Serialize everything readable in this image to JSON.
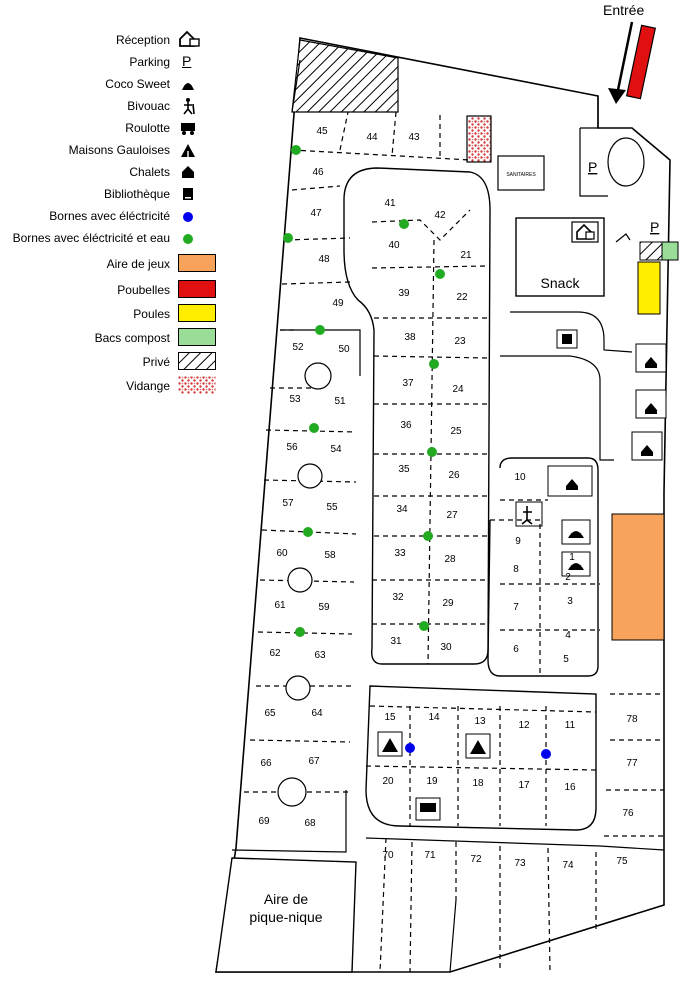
{
  "legend": [
    {
      "key": "reception",
      "label": "Réception",
      "symbol": "reception-icon"
    },
    {
      "key": "parking",
      "label": "Parking",
      "symbol": "P"
    },
    {
      "key": "coco",
      "label": "Coco Sweet",
      "symbol": "coco-sweet-icon"
    },
    {
      "key": "bivouac",
      "label": "Bivouac",
      "symbol": "hiker-icon"
    },
    {
      "key": "roulotte",
      "label": "Roulotte",
      "symbol": "wagon-icon"
    },
    {
      "key": "gauloises",
      "label": "Maisons Gauloises",
      "symbol": "tent-icon"
    },
    {
      "key": "chalets",
      "label": "Chalets",
      "symbol": "house-icon"
    },
    {
      "key": "biblio",
      "label": "Bibliothèque",
      "symbol": "book-icon"
    },
    {
      "key": "borne_e",
      "label": "Bornes avec éléctricité",
      "symbol": "blue-dot",
      "color": "#0000ee"
    },
    {
      "key": "borne_ee",
      "label": "Bornes avec éléctricité et eau",
      "symbol": "green-dot",
      "color": "#22aa22"
    },
    {
      "key": "jeux",
      "label": "Aire de jeux",
      "symbol": "swatch",
      "color": "#f7a35c"
    },
    {
      "key": "poubelles",
      "label": "Poubelles",
      "symbol": "swatch",
      "color": "#e01010"
    },
    {
      "key": "poules",
      "label": "Poules",
      "symbol": "swatch",
      "color": "#ffee00"
    },
    {
      "key": "compost",
      "label": "Bacs compost",
      "symbol": "swatch",
      "color": "#99dd99"
    },
    {
      "key": "prive",
      "label": "Privé",
      "symbol": "hatch"
    },
    {
      "key": "vidange",
      "label": "Vidange",
      "symbol": "dotted-red"
    }
  ],
  "map": {
    "entrance": "Entrée",
    "snack": "Snack",
    "sanitaires": "SANITAIRES",
    "parking_mark": "P",
    "picnic_line1": "Aire de",
    "picnic_line2": "pique-nique",
    "lots": [
      "1",
      "2",
      "3",
      "4",
      "5",
      "6",
      "7",
      "8",
      "9",
      "10",
      "11",
      "12",
      "13",
      "14",
      "15",
      "16",
      "17",
      "18",
      "19",
      "20",
      "21",
      "22",
      "23",
      "24",
      "25",
      "26",
      "27",
      "28",
      "29",
      "30",
      "31",
      "32",
      "33",
      "34",
      "35",
      "36",
      "37",
      "38",
      "39",
      "40",
      "41",
      "42",
      "43",
      "44",
      "45",
      "46",
      "47",
      "48",
      "49",
      "50",
      "51",
      "52",
      "53",
      "54",
      "55",
      "56",
      "57",
      "58",
      "59",
      "60",
      "61",
      "62",
      "63",
      "64",
      "65",
      "66",
      "67",
      "68",
      "69",
      "70",
      "71",
      "72",
      "73",
      "74",
      "75",
      "76",
      "77",
      "78"
    ]
  },
  "colors": {
    "green": "#22aa22",
    "blue": "#0000ee",
    "red": "#e01010",
    "orange": "#f7a35c",
    "yellow": "#ffee00",
    "compost": "#99dd99"
  }
}
